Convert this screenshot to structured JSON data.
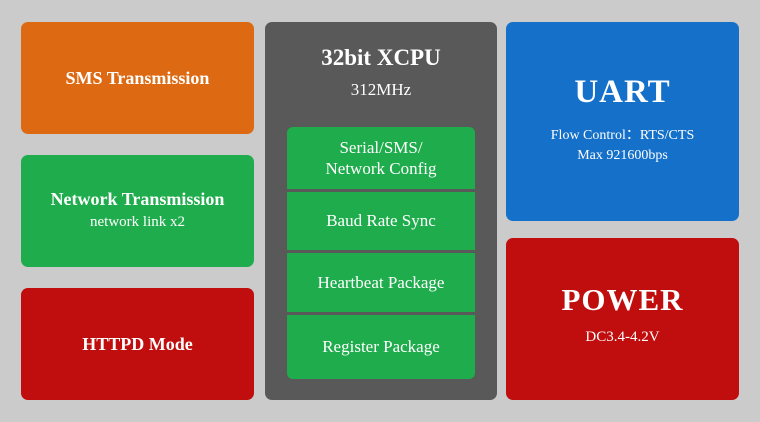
{
  "sms": {
    "title": "SMS Transmission"
  },
  "network": {
    "title": "Network Transmission",
    "subtitle": "network link x2"
  },
  "httpd": {
    "title": "HTTPD Mode"
  },
  "cpu": {
    "title": "32bit XCPU",
    "frequency": "312MHz",
    "items": [
      {
        "line1": "Serial/SMS/",
        "line2": "Network Config"
      },
      {
        "label": "Baud Rate Sync"
      },
      {
        "label": "Heartbeat Package"
      },
      {
        "label": "Register Package"
      }
    ]
  },
  "uart": {
    "title": "UART",
    "flow_control": "Flow Control：RTS/CTS",
    "max_rate": "Max 921600bps"
  },
  "power": {
    "title": "POWER",
    "voltage": "DC3.4-4.2V"
  },
  "colors": {
    "background": "#cbcbcb",
    "orange": "#dd6a12",
    "green": "#1fac4c",
    "red": "#c00d0d",
    "gray": "#595959",
    "blue": "#1470c9"
  }
}
